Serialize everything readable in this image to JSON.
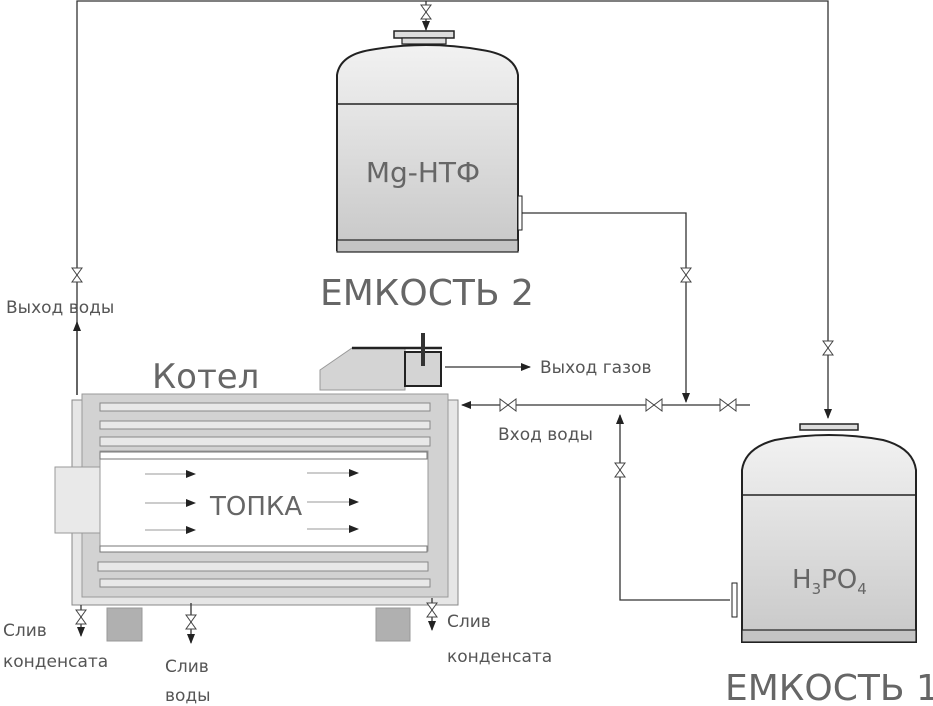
{
  "colors": {
    "line": "#333333",
    "tank_fill": "#d6d6d6",
    "text": "#555555"
  },
  "tank2": {
    "title": "ЕМКОСТЬ 2",
    "content": "Mg-НТФ"
  },
  "tank1": {
    "title": "ЕМКОСТЬ 1",
    "content_main": "H",
    "sub1": "3",
    "content_mid": "PO",
    "sub2": "4"
  },
  "boiler": {
    "title": "Котел",
    "furnace": "ТОПКА"
  },
  "labels": {
    "water_out": "Выход воды",
    "gas_out": "Выход газов",
    "water_in": "Вход воды",
    "condensate_left_1": "Слив",
    "condensate_left_2": "конденсата",
    "water_drain_1": "Слив",
    "water_drain_2": "воды",
    "condensate_right_1": "Слив",
    "condensate_right_2": "конденсата"
  }
}
